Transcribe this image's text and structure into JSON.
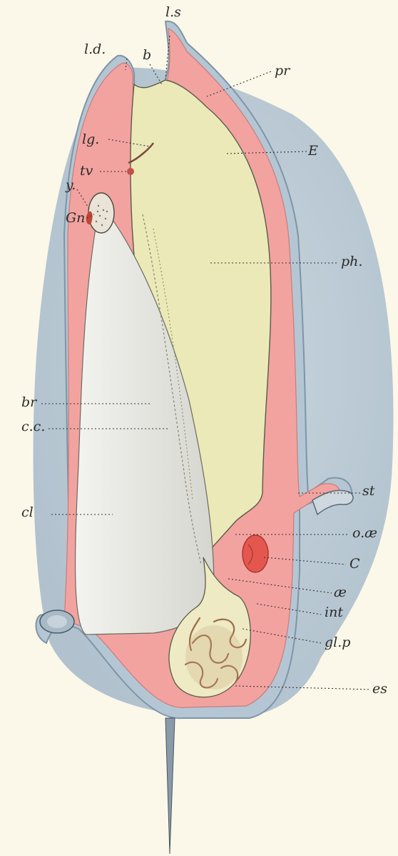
{
  "figure": {
    "title": "",
    "colors": {
      "paper": "#fbf8e9",
      "tunic": "#b9c9d6",
      "tunic_edge": "#7f95a6",
      "tissue": "#f2a3a0",
      "pharynx": "#ebe9b8",
      "cloaca": "#e6e6e2",
      "heart": "#e4574f",
      "gland": "#c8a27a",
      "leader": "#333333"
    }
  },
  "labels": {
    "ls": "l.s",
    "ld": "l.d.",
    "b": "b",
    "pr": "pr",
    "lg": "lg.",
    "E": "E",
    "tv": "tv",
    "y": "y.",
    "Gn": "Gn",
    "ph": "ph.",
    "br": "br",
    "cc": "c.c.",
    "st": "st",
    "cl": "cl",
    "oae": "o.æ",
    "C": "C",
    "ae": "æ",
    "int": "int",
    "glp": "gl.p",
    "es": "es"
  }
}
